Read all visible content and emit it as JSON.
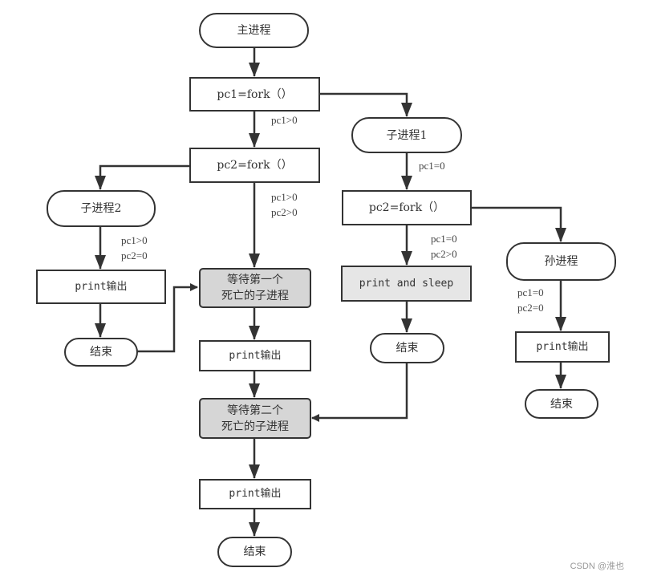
{
  "diagram": {
    "nodes": {
      "main_process": "主进程",
      "fork1": "pc1=fork（）",
      "fork2_main": "pc2=fork（）",
      "child1": "子进程1",
      "fork2_child1": "pc2=fork（）",
      "child2": "子进程2",
      "print_child2": "print输出",
      "end_child2": "结束",
      "wait_first_line1": "等待第一个",
      "wait_first_line2": "死亡的子进程",
      "print_main_1": "print输出",
      "wait_second_line1": "等待第二个",
      "wait_second_line2": "死亡的子进程",
      "print_main_2": "print输出",
      "end_main": "结束",
      "print_and_sleep": "print and sleep",
      "end_child1": "结束",
      "grandchild": "孙进程",
      "print_grandchild": "print输出",
      "end_grandchild": "结束"
    },
    "edge_labels": {
      "fork1_to_fork2": "pc1>0",
      "fork2_main_to_wait": "pc1>0\npc2>0",
      "child2_to_print": "pc1>0\npc2=0",
      "child1_to_fork2": "pc1=0",
      "fork2_child1_to_sleep": "pc1=0\npc2>0",
      "grandchild_to_print": "pc1=0\npc2=0"
    },
    "colors": {
      "stroke": "#333333",
      "wait_fill": "#d6d6d6",
      "sleep_fill": "#e6e6e6"
    }
  },
  "watermark": "CSDN @淮也"
}
